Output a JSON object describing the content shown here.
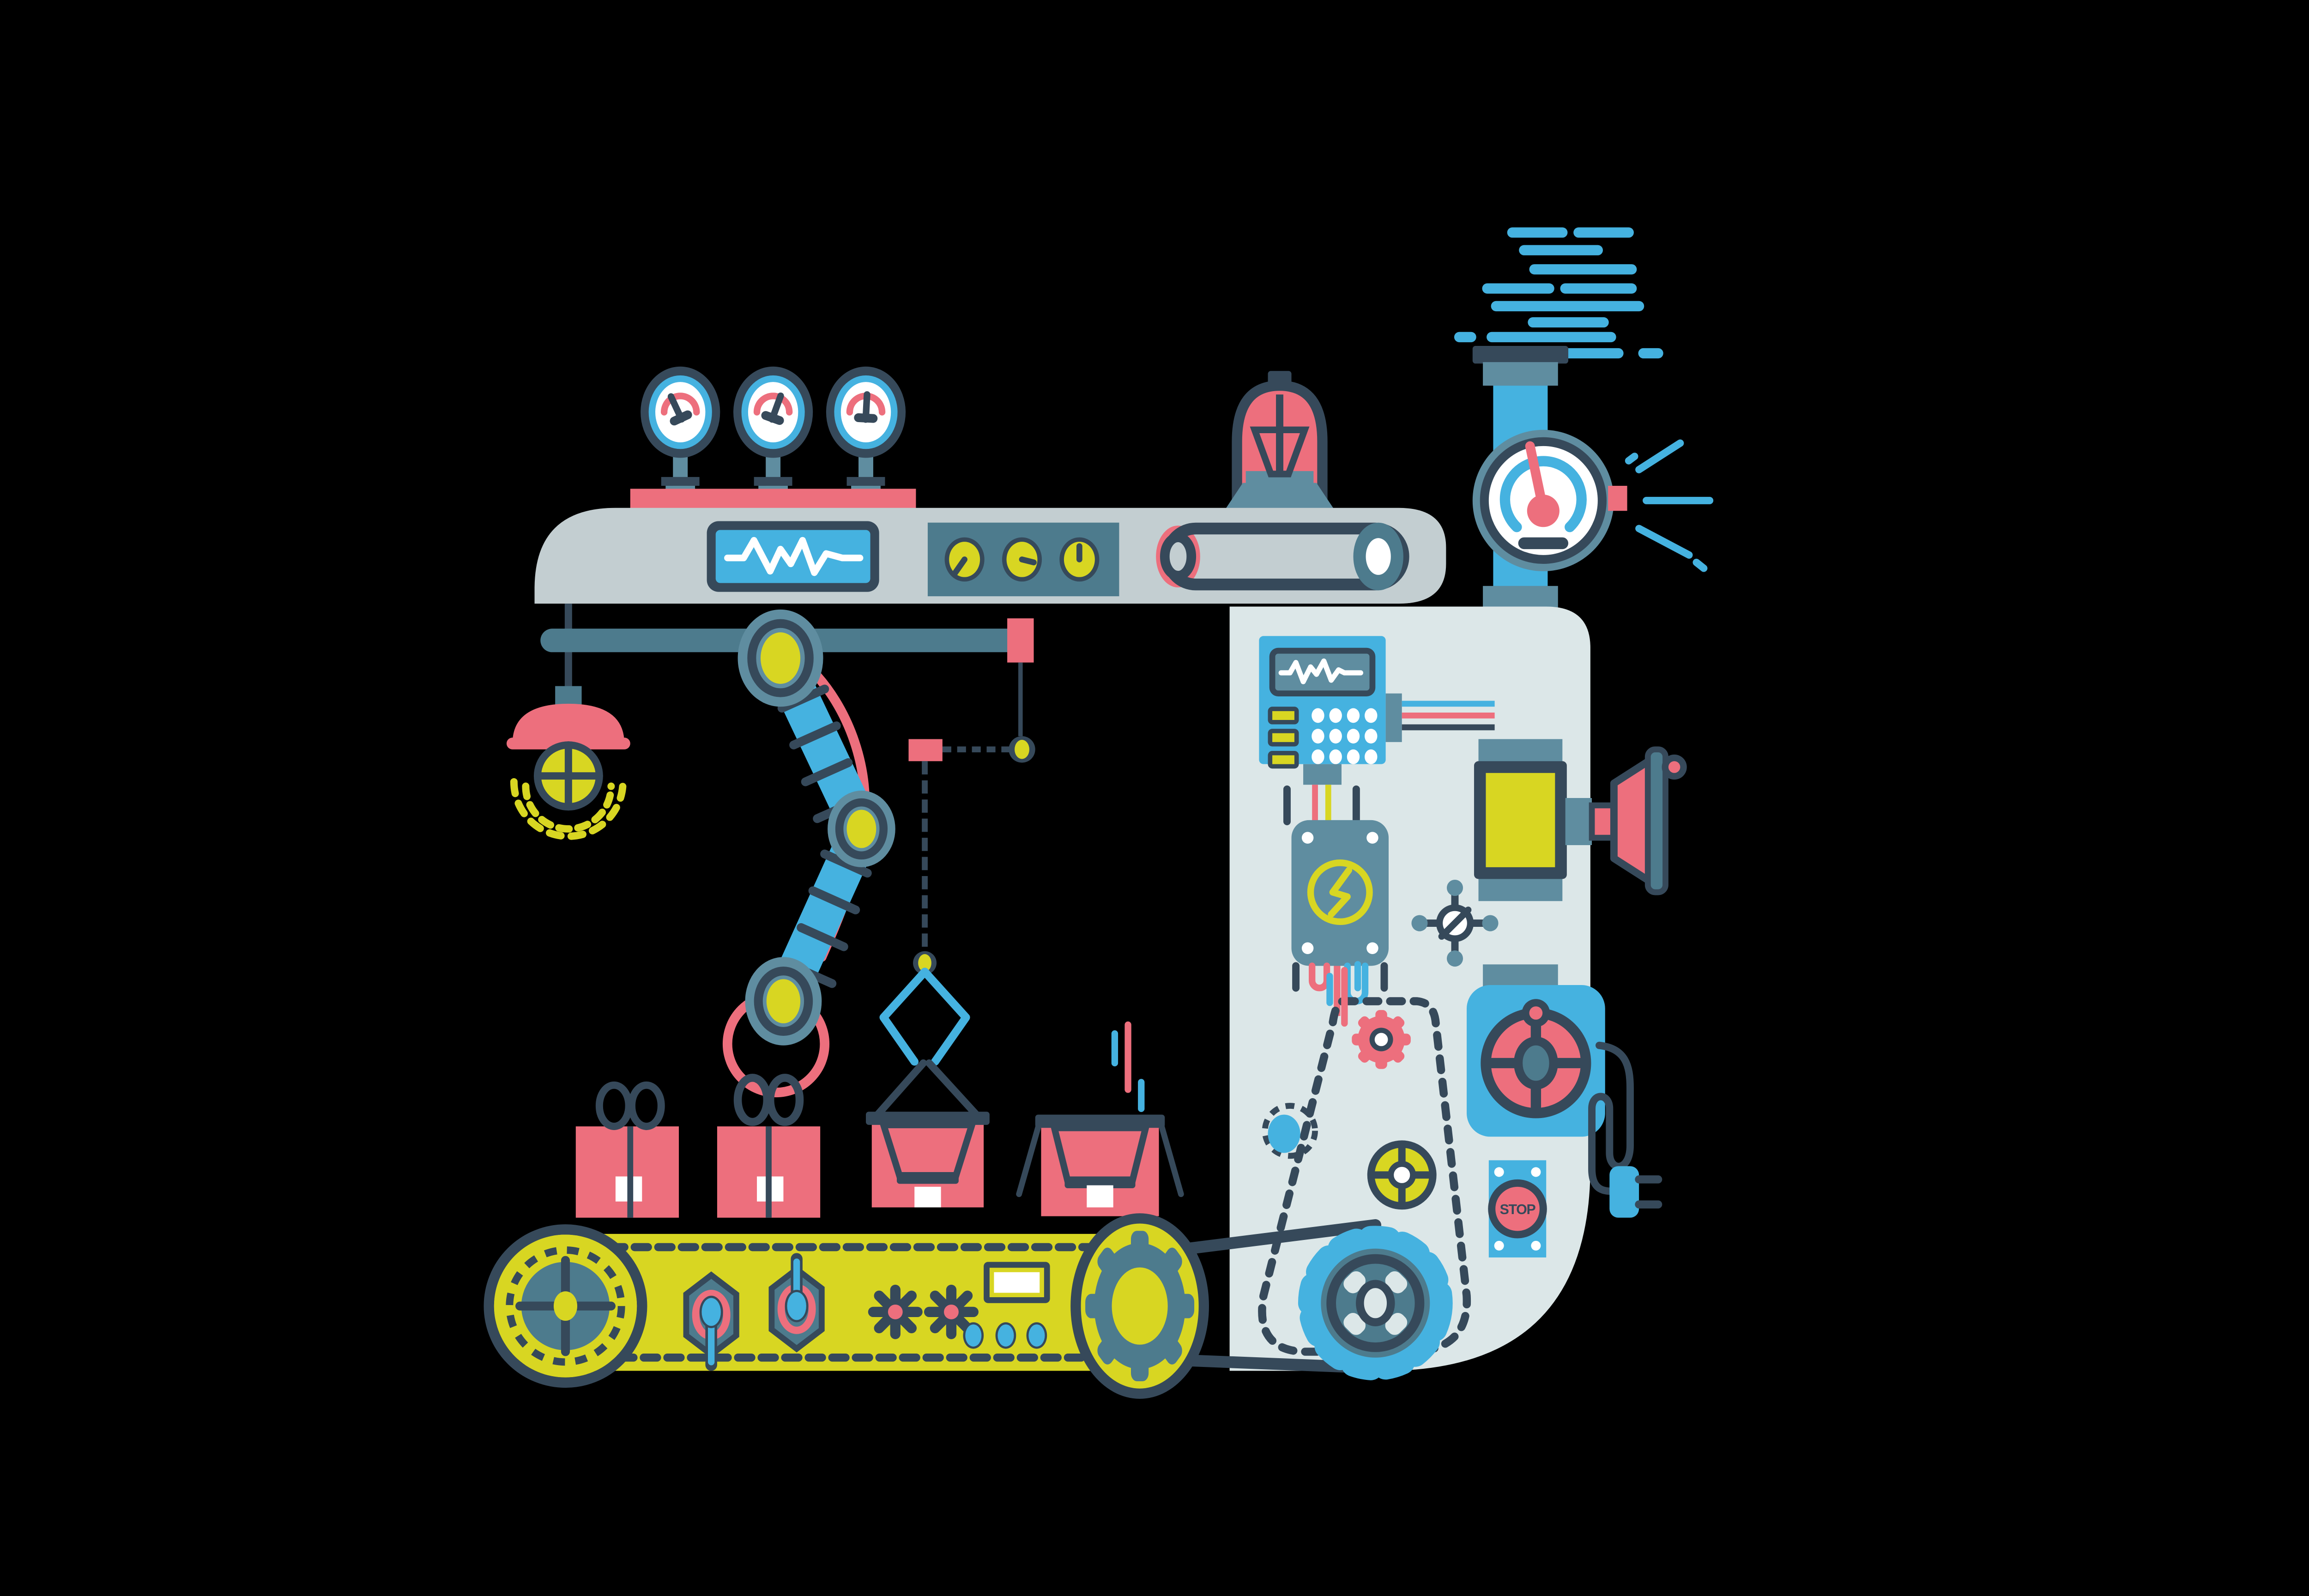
{
  "illustration": {
    "name": "flat-factory-machine",
    "description": "cartoon industrial machine with conveyor belt, robot arm, pipe and gauges"
  },
  "stop_button": {
    "label": "STOP"
  },
  "palette": {
    "background": "#000000",
    "body": "#dce7e8",
    "bar": "#c3ced1",
    "dark": "#36495a",
    "teal": "#5f8da0",
    "tealDark": "#4d7b8d",
    "blue": "#45b2e0",
    "yellow": "#d8d622",
    "red": "#ed6f7d",
    "white": "#ffffff"
  }
}
